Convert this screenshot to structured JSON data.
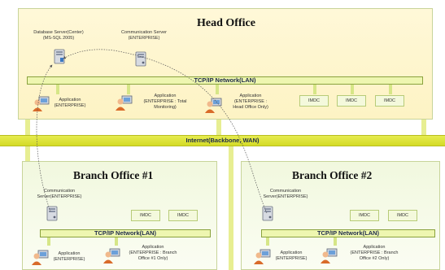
{
  "head_office": {
    "title": "Head Office",
    "servers": [
      {
        "label_line1": "Database Server(Center)",
        "label_line2": "(MS-SQL 2005)",
        "icon": "database-server-icon"
      },
      {
        "label_line1": "Communication Server",
        "label_line2": "(ENTERPRISE)",
        "icon": "server-icon"
      }
    ],
    "lan_label": "TCP/IP Network(LAN)",
    "applications": [
      {
        "line1": "Application",
        "line2": "(ENTERPRISE)",
        "line3": ""
      },
      {
        "line1": "Application",
        "line2": "(ENTERPRISE : Total",
        "line3": "Monitoring)"
      },
      {
        "line1": "Application",
        "line2": "(ENTERPRISE :",
        "line3": "Head Office Only)"
      }
    ],
    "imdc": [
      "IMDC",
      "IMDC",
      "IMDC"
    ]
  },
  "wan_label": "Internet(Backbone, WAN)",
  "branch1": {
    "title": "Branch Office #1",
    "server": {
      "line1": "Communication",
      "line2": "Server(ENTERPRISE)"
    },
    "lan_label": "TCP/IP Network(LAN)",
    "imdc": [
      "IMDC",
      "IMDC"
    ],
    "applications": [
      {
        "line1": "Application",
        "line2": "(ENTERPRISE)",
        "line3": ""
      },
      {
        "line1": "Application",
        "line2": "(ENTERPRISE : Branch",
        "line3": "Office #1 Only)"
      }
    ]
  },
  "branch2": {
    "title": "Branch Office #2",
    "server": {
      "line1": "Communication",
      "line2": "Server(ENTERPRISE)"
    },
    "lan_label": "TCP/IP Network(LAN)",
    "imdc": [
      "IMDC",
      "IMDC"
    ],
    "applications": [
      {
        "line1": "Application",
        "line2": "(ENTERPRISE)",
        "line3": ""
      },
      {
        "line1": "Application",
        "line2": "(ENTERPRISE : Branch",
        "line3": "Office #2 Only)"
      }
    ]
  },
  "colors": {
    "wan": "#d9df2e",
    "lan": "#eef6b0",
    "head_bg": "#fdf3c4",
    "branch_bg": "#f1f8de"
  }
}
